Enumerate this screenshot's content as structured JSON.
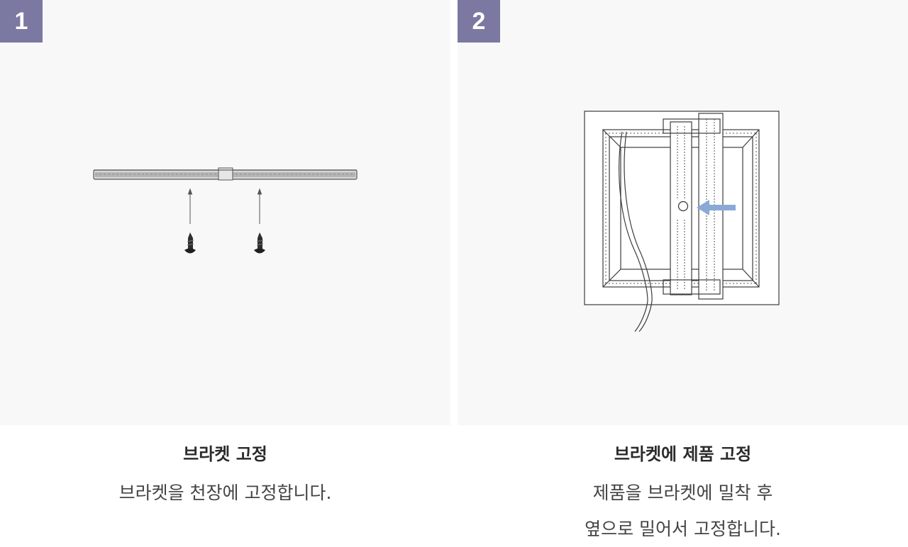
{
  "theme": {
    "badge_color": "#7b78a1",
    "panel_bg": "#f8f8f8",
    "arrow_color": "#8aa9d6"
  },
  "steps": [
    {
      "number": "1",
      "title": "브라켓 고정",
      "description": [
        "브라켓을 천장에 고정합니다."
      ]
    },
    {
      "number": "2",
      "title": "브라켓에 제품 고정",
      "description": [
        "제품을 브라켓에 밀착 후",
        "옆으로 밀어서 고정합니다."
      ]
    }
  ]
}
